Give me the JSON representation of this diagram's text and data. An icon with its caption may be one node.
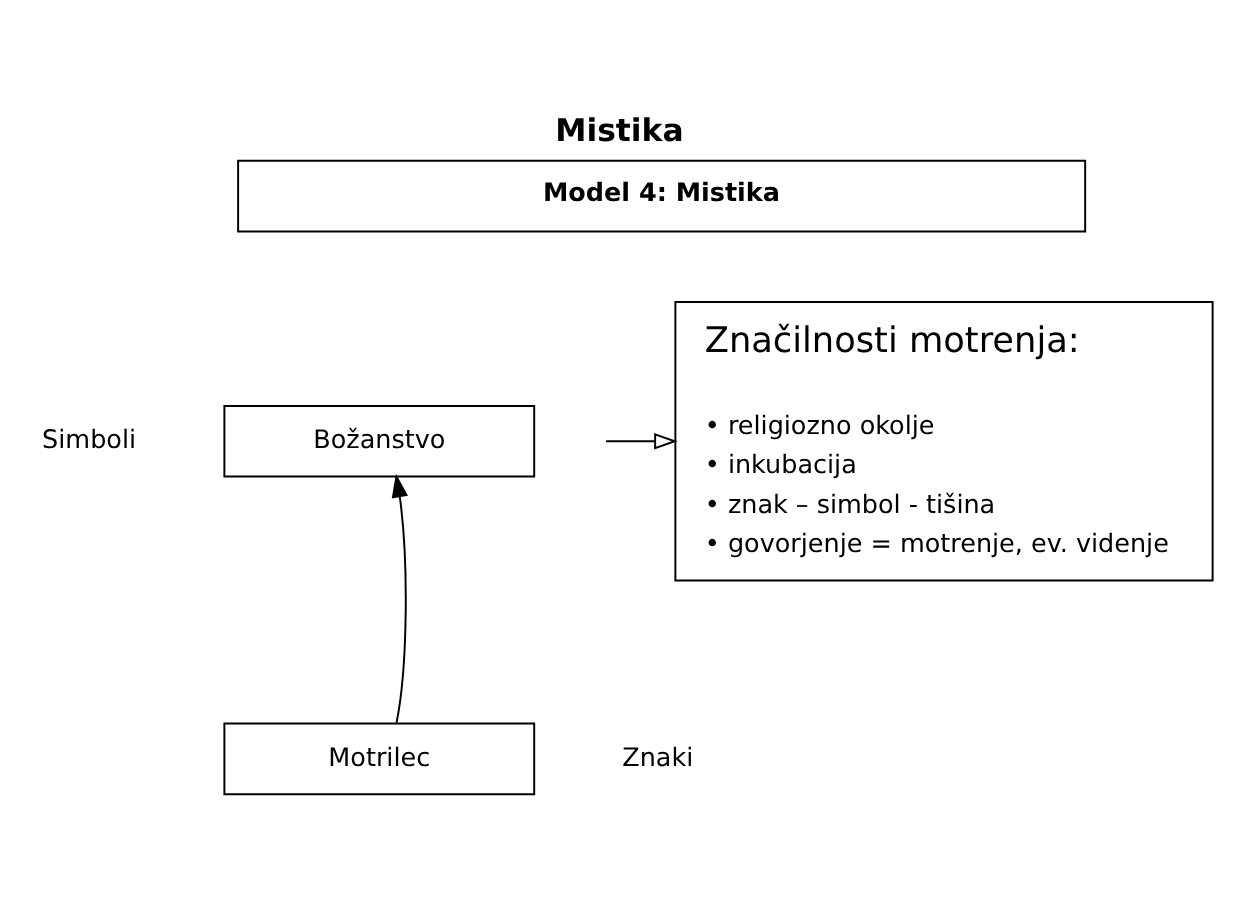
{
  "diagram": {
    "title": "Mistika",
    "nodes": [
      {
        "text": [
          "Model 4: Mistika"
        ]
      },
      {
        "text": [
          "Božanstvo"
        ]
      },
      {
        "text": [
          "Motrilec"
        ]
      },
      {
        "text": [
          "Značilnosti motrenja:",
          "• religiozno okolje",
          "• inkubacija",
          "• znak – simbol - tišina",
          "• govorjenje = motrenje, ev. videnje"
        ]
      }
    ],
    "edges": [
      {
        "from": 2,
        "to": 1,
        "arrow": "to"
      },
      {
        "from": null,
        "to": 3,
        "arrow": "to"
      }
    ],
    "labels": [
      "Simboli",
      "Znaki"
    ]
  }
}
